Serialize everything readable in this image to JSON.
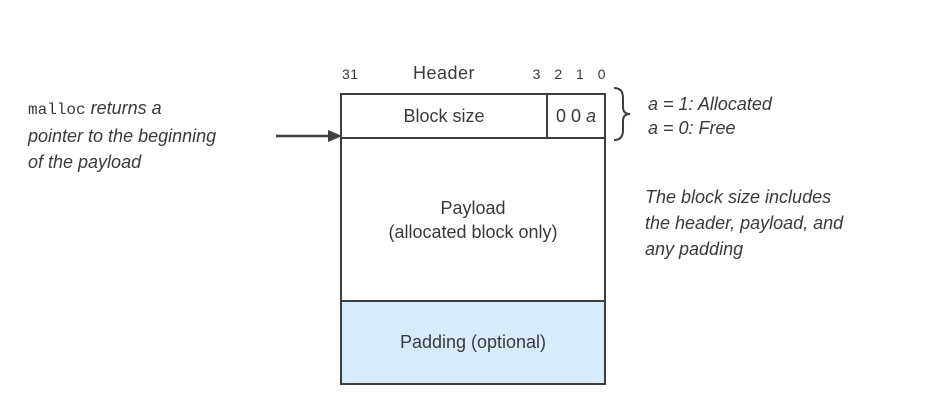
{
  "colors": {
    "ink": "#3a3a3e",
    "border": "#3d3d3d",
    "padding_fill": "#d7ebfa",
    "background": "#ffffff"
  },
  "left_note": {
    "code": "malloc",
    "line1_rest": "returns a",
    "line2": "pointer to the beginning",
    "line3": "of the payload"
  },
  "bit_labels": {
    "high_bit": "31",
    "title": "Header",
    "low_bits": "3 2 1 0"
  },
  "block": {
    "size_cell": "Block size",
    "flag_zeros": "0 0",
    "flag_letter": "a",
    "payload_line1": "Payload",
    "payload_line2": "(allocated block only)",
    "padding_label": "Padding (optional)"
  },
  "flag_legend": {
    "allocated": "a = 1: Allocated",
    "free": "a = 0: Free"
  },
  "size_note": {
    "line1": "The block size includes",
    "line2": "the header, payload, and",
    "line3": "any padding"
  }
}
